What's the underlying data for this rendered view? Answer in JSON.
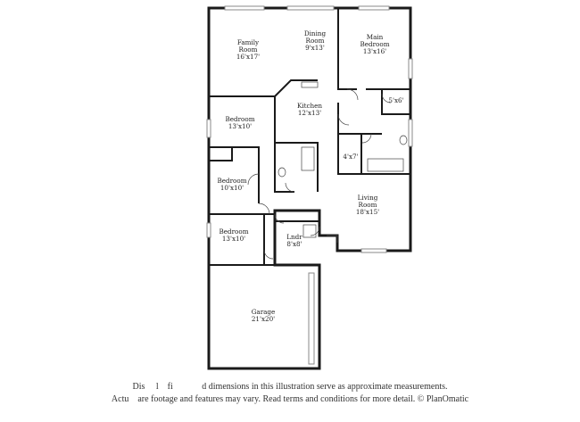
{
  "rooms": [
    {
      "id": "family-room",
      "name": "Family",
      "name2": "Room",
      "size": "16'x17'"
    },
    {
      "id": "dining-room",
      "name": "Dining",
      "name2": "Room",
      "size": "9'x13'"
    },
    {
      "id": "main-bedroom",
      "name": "Main",
      "name2": "Bedroom",
      "size": "13'x16'"
    },
    {
      "id": "kitchen",
      "name": "Kitchen",
      "size": "12'x13'"
    },
    {
      "id": "bedroom-1",
      "name": "Bedroom",
      "size": "13'x10'"
    },
    {
      "id": "closet",
      "size": "5'x6'"
    },
    {
      "id": "bath",
      "size": "4'x7'"
    },
    {
      "id": "bedroom-2",
      "name": "Bedroom",
      "size": "10'x10'"
    },
    {
      "id": "living-room",
      "name": "Living",
      "name2": "Room",
      "size": "18'x15'"
    },
    {
      "id": "bedroom-3",
      "name": "Bedroom",
      "size": "13'x10'"
    },
    {
      "id": "laundry",
      "name": "Lndr",
      "size": "8'x8'"
    },
    {
      "id": "garage",
      "name": "Garage",
      "size": "21'x20'"
    }
  ],
  "disclaimer": {
    "line1": "Dis     l    fi             d dimensions in this illustration serve as approximate measurements.",
    "line2": "Actu    are footage and features may vary. Read terms and conditions for more detail. © PlanOmatic"
  }
}
